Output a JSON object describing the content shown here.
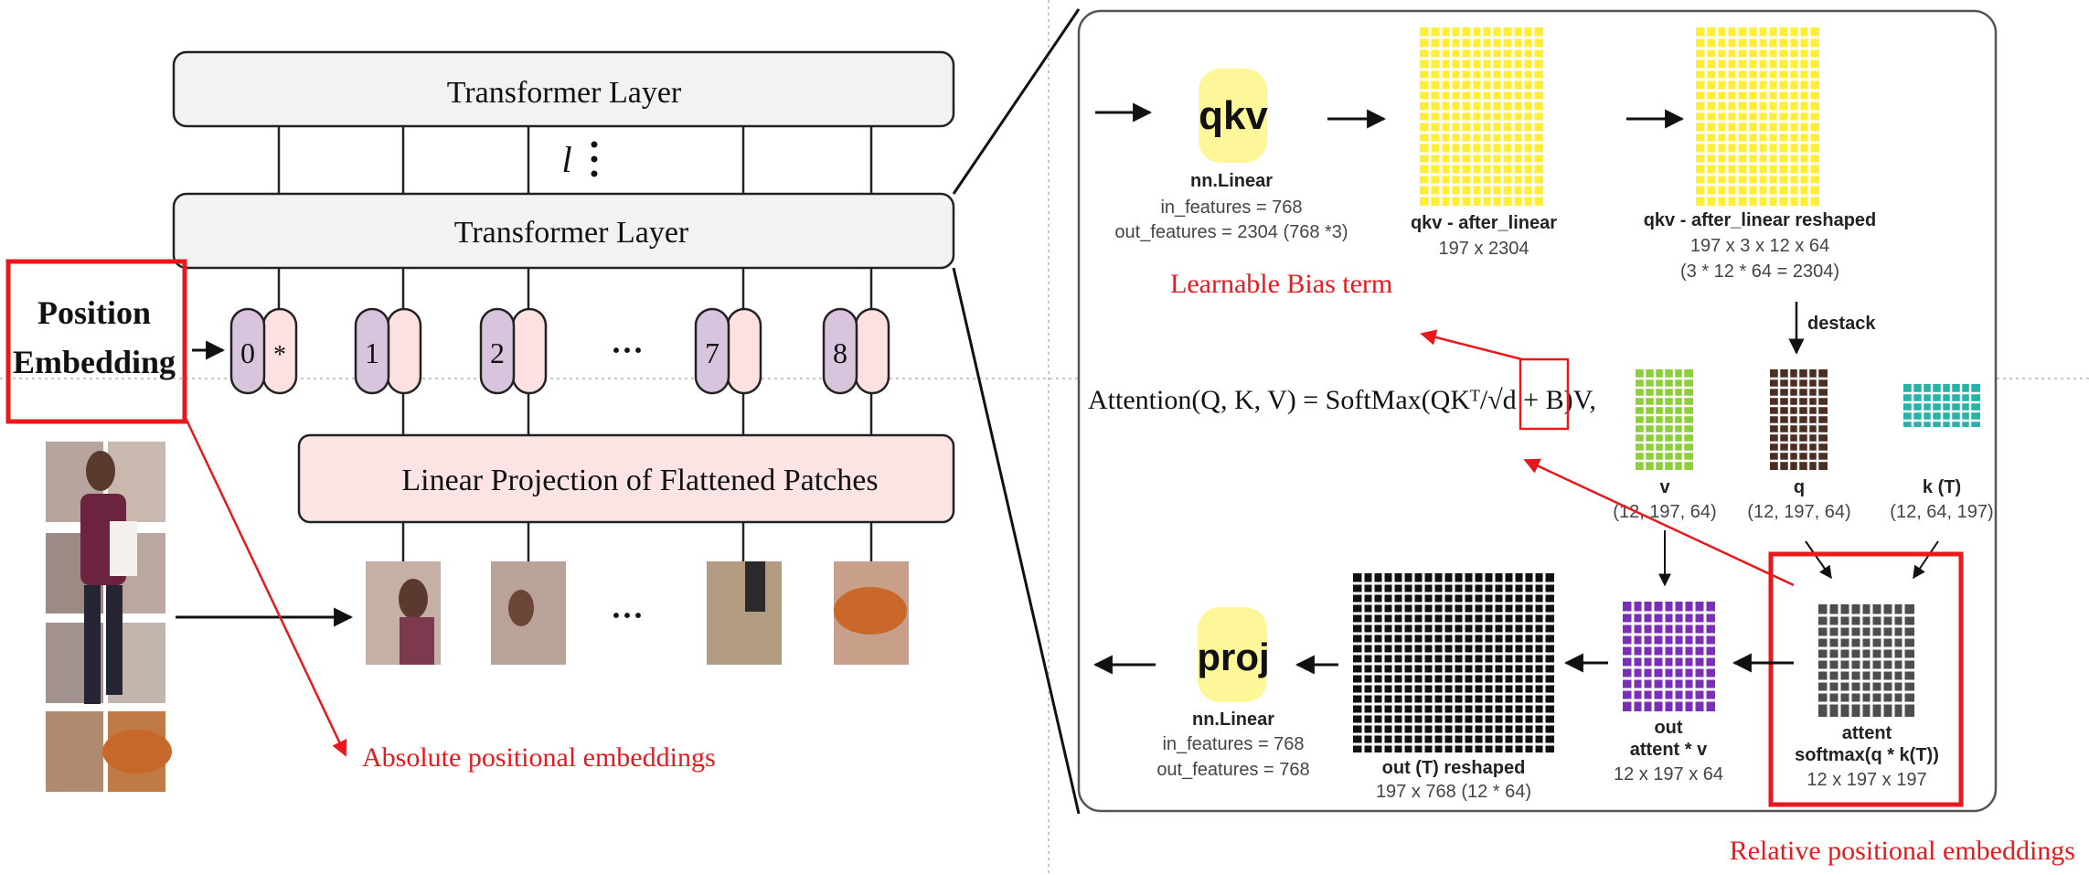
{
  "left": {
    "layer_top": "Transformer Layer",
    "layer_bottom": "Transformer Layer",
    "layer_index": "l",
    "pos_emb_line1": "Position",
    "pos_emb_line2": "Embedding",
    "tokens": [
      "0",
      "*",
      "1",
      "2",
      "7",
      "8"
    ],
    "ellipsis": "···",
    "projection": "Linear Projection of Flattened Patches",
    "abs_label": "Absolute positional embeddings"
  },
  "right": {
    "qkv": "qkv",
    "qkv_title": "nn.Linear",
    "qkv_in": "in_features = 768",
    "qkv_out": "out_features = 2304 (768 *3)",
    "after_linear": "qkv - after_linear",
    "after_linear_dim": "197 x 2304",
    "reshaped": "qkv - after_linear reshaped",
    "reshaped_dim1": "197 x 3 x 12 x 64",
    "reshaped_dim2": "(3 * 12 * 64 = 2304)",
    "destack": "destack",
    "bias_label": "Learnable Bias term",
    "formula": "Attention(Q, K, V) = SoftMax(QKᵀ/√d + B)V,",
    "v_label": "v",
    "v_dim": "(12, 197, 64)",
    "q_label": "q",
    "q_dim": "(12, 197, 64)",
    "k_label": "k (T)",
    "k_dim": "(12, 64, 197)",
    "attent_label": "attent",
    "attent_sub": "softmax(q * k(T))",
    "attent_dim": "12 x 197 x 197",
    "out_label": "out",
    "out_sub": "attent * v",
    "out_dim": "12 x 197 x 64",
    "outT_label": "out (T) reshaped",
    "outT_dim": "197 x 768 (12 * 64)",
    "proj": "proj",
    "proj_title": "nn.Linear",
    "proj_in": "in_features = 768",
    "proj_out": "out_features = 768",
    "rel_label": "Relative positional embeddings"
  },
  "colors": {
    "red": "#e8191c",
    "yellow": "#ffee33",
    "pale_yellow": "#fdf79a",
    "green": "#8ccf3a",
    "brown": "#4a2e22",
    "teal": "#26b3a8",
    "purple": "#7a2fb8",
    "gray": "#4d4d4d",
    "black": "#111111",
    "layer_fill": "#f2f2f2",
    "proj_fill": "#fde4e4",
    "token_purple": "#d8c4dd",
    "token_pink": "#fde0e0"
  }
}
